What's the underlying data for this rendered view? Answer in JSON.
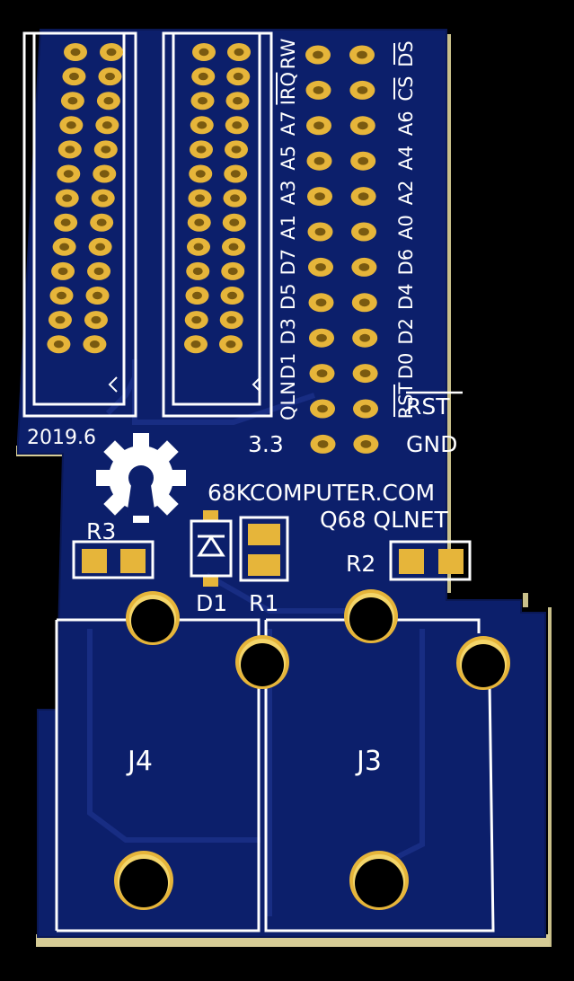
{
  "board": {
    "year": "2019.6",
    "website": "68KCOMPUTER.COM",
    "product": "Q68 QLNET",
    "colors": {
      "board": "#0c1f6b",
      "copper": "#e6b53a",
      "silkscreen": "#ffffff",
      "edge": "#c9c08a",
      "background": "#000000"
    }
  },
  "header_labels": {
    "left_column": [
      "RW",
      "IRQ",
      "A7",
      "A5",
      "A3",
      "A1",
      "D7",
      "D5",
      "D3",
      "D1",
      "QLN",
      "3.3"
    ],
    "right_column": [
      "DS",
      "CS",
      "A6",
      "A4",
      "A2",
      "A0",
      "D6",
      "D4",
      "D2",
      "D0",
      "RST",
      "GND"
    ],
    "overlined": [
      "IRQ",
      "DS",
      "CS",
      "RST"
    ]
  },
  "components": {
    "r1": "R1",
    "r2": "R2",
    "r3": "R3",
    "d1": "D1",
    "j3": "J3",
    "j4": "J4"
  },
  "icons": {
    "logo": "open-hardware-gear-icon"
  }
}
